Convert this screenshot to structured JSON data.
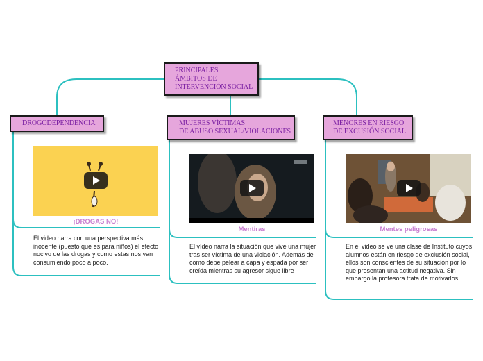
{
  "colors": {
    "connector": "#2cc0c0",
    "node_fill": "#e6a6dc",
    "node_text": "#7a1fa2",
    "label": "#c97fd0"
  },
  "root": {
    "title": "PRINCIPALES\nÁMBITOS DE\nINTERVENCIÓN SOCIAL"
  },
  "branches": [
    {
      "title": "DROGODEPENDENCIA",
      "video_label": "¡DROGAS NO!",
      "description": "El video narra con una perspectiva más inocente (puesto que es para niños) el efecto nocivo de las drogas y como estas nos van consumiendo poco a poco."
    },
    {
      "title": "MUJERES VÍCTIMAS\nDE ABUSO SEXUAL/VIOLACIONES",
      "video_label": "Mentiras",
      "description": "El vídeo narra la situación que vive una mujer tras ser víctima de una violación. Además de como debe pelear a capa y espada por ser creída mientras su agresor sigue libre"
    },
    {
      "title": "MENORES EN RIESGO\nDE EXCUSIÓN SOCIAL",
      "video_label": "Mentes peligrosas",
      "description": "En el video se ve una clase de Instituto cuyos alumnos están en riesgo de exclusión social, ellos son conscientes de su situación por lo que presentan una actitud negativa. Sin embargo la profesora trata de motivarlos."
    }
  ]
}
